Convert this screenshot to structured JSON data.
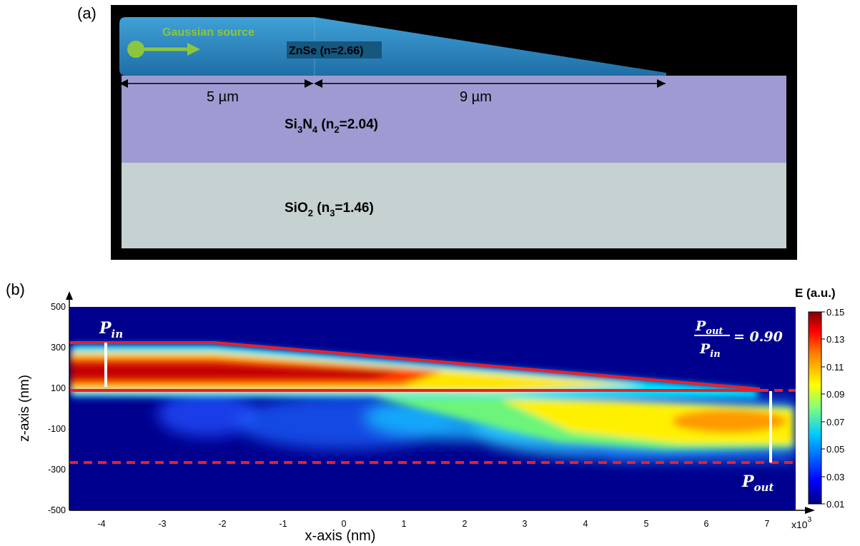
{
  "panel_a": {
    "label": "(a)",
    "source_label": "Gaussian source",
    "zinc_label": "ZnSe (n=2.66)",
    "dim_left": "5 µm",
    "dim_right": "9 µm",
    "si3n4": {
      "base": "Si",
      "sub1": "3",
      "mid": "N",
      "sub2": "4",
      "open": " (n",
      "sub3": "2",
      "close": "=2.04)"
    },
    "sio2": {
      "base": "SiO",
      "sub1": "2",
      "open": " (n",
      "sub2": "3",
      "close": "=1.46)"
    },
    "colors": {
      "frame": "#000000",
      "taper": "#2e88bd",
      "si3n4": "#9e9bd2",
      "sio2": "#c6d1d1",
      "source": "#8cc63f"
    }
  },
  "panel_b": {
    "label": "(b)",
    "pin": {
      "base": "P",
      "sub": "in"
    },
    "pout": {
      "base": "P",
      "sub": "out"
    },
    "ratio": "= 0.90",
    "colorbar_title": "E (a.u.)",
    "colorbar_ticks": [
      "0.15",
      "0.13",
      "0.11",
      "0.09",
      "0.07",
      "0.05",
      "0.03",
      "0.01"
    ],
    "y_ticks": [
      "500",
      "300",
      "100",
      "-100",
      "-300",
      "-500"
    ],
    "x_ticks": [
      "-4",
      "-3",
      "-2",
      "-1",
      "0",
      "1",
      "2",
      "3",
      "4",
      "5",
      "6",
      "7"
    ],
    "x_multiplier": "x10",
    "x_multiplier_exp": "3",
    "ylabel": "z-axis (nm)",
    "xlabel": "x-axis (nm)",
    "colors": {
      "background": "#00008f",
      "outline": "#e8202a",
      "marker": "#ffffff"
    }
  }
}
